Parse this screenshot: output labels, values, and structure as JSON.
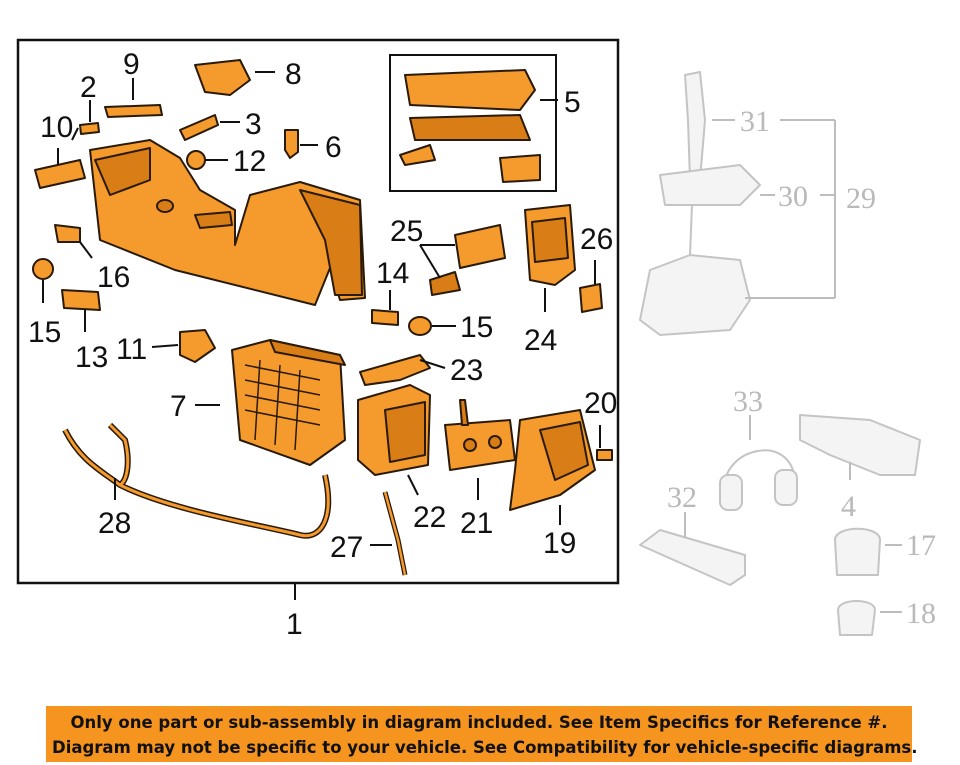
{
  "labels": {
    "l1": "1",
    "l2": "2",
    "l3": "3",
    "l5": "5",
    "l6": "6",
    "l7": "7",
    "l8": "8",
    "l9": "9",
    "l10": "10",
    "l11": "11",
    "l12": "12",
    "l13": "13",
    "l14": "14",
    "l15a": "15",
    "l15b": "15",
    "l16": "16",
    "l19": "19",
    "l20": "20",
    "l21": "21",
    "l22": "22",
    "l23": "23",
    "l24": "24",
    "l25": "25",
    "l26": "26",
    "l27": "27",
    "l28": "28"
  },
  "ghost_labels": {
    "l4": "4",
    "l17": "17",
    "l18": "18",
    "l29": "29",
    "l30": "30",
    "l31": "31",
    "l32": "32",
    "l33": "33"
  },
  "colors": {
    "part": "#f59a2c",
    "notice_bg": "#f5941e",
    "ghost": "#c4c4c4"
  },
  "notice": {
    "line1": "Only one part or sub-assembly in diagram included. See Item Specifics for Reference #.",
    "line2": "Diagram may not be specific to your vehicle. See Compatibility for vehicle-specific diagrams."
  }
}
